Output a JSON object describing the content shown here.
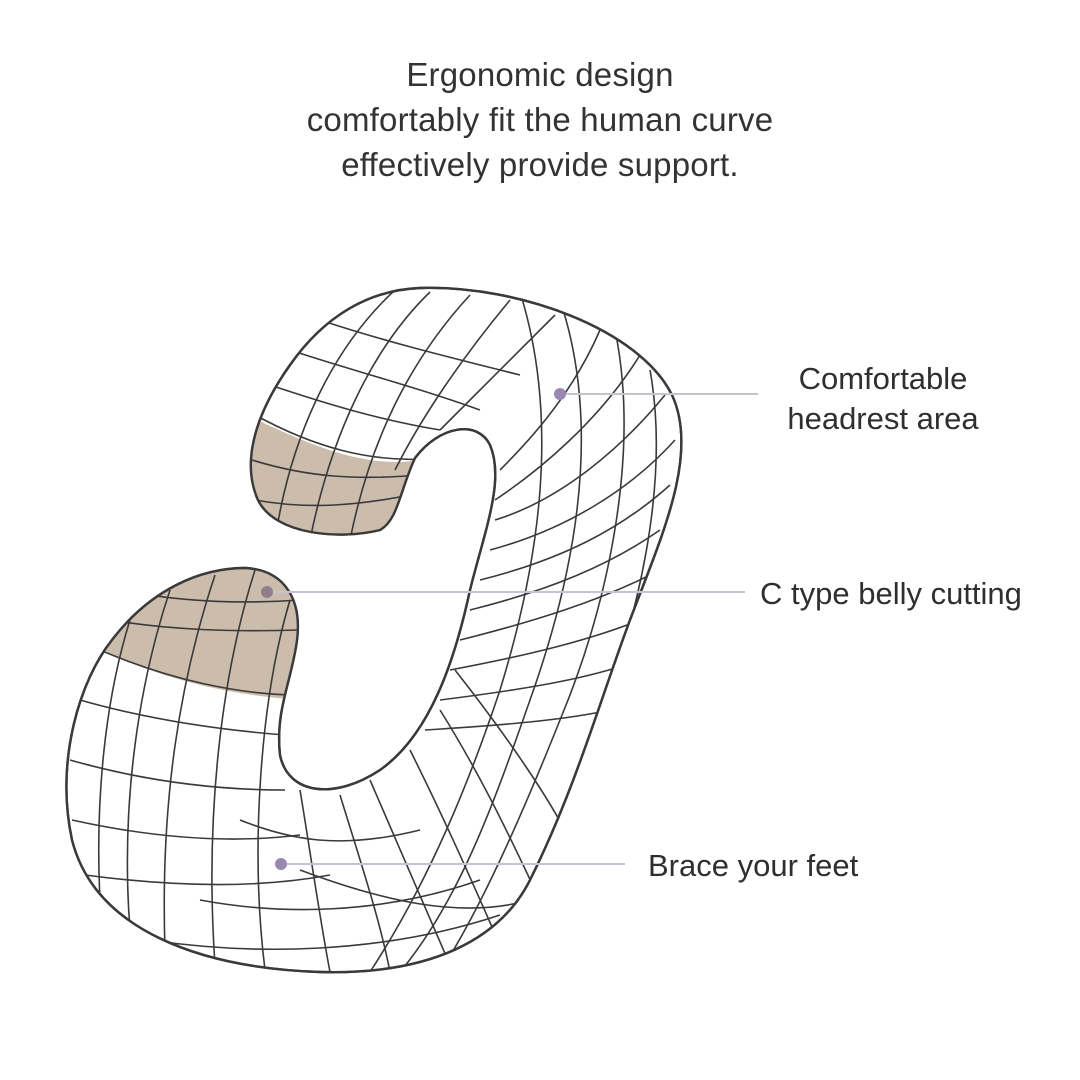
{
  "headline": {
    "line1": "Ergonomic design",
    "line2": "comfortably fit the human curve",
    "line3": "effectively provide support."
  },
  "callouts": {
    "headrest": {
      "line1": "Comfortable",
      "line2": "headrest area"
    },
    "belly": {
      "label": "C type belly cutting"
    },
    "feet": {
      "label": "Brace your feet"
    }
  },
  "colors": {
    "background": "#ffffff",
    "outline": "#3a3a3a",
    "accent_fill": "#cbbcab",
    "callout_dot": "#9a88b2",
    "callout_line": "#c9c0d6",
    "text": "#2f2f2f"
  },
  "icons": {
    "pillow": "c-shaped-pregnancy-pillow-illustration"
  }
}
